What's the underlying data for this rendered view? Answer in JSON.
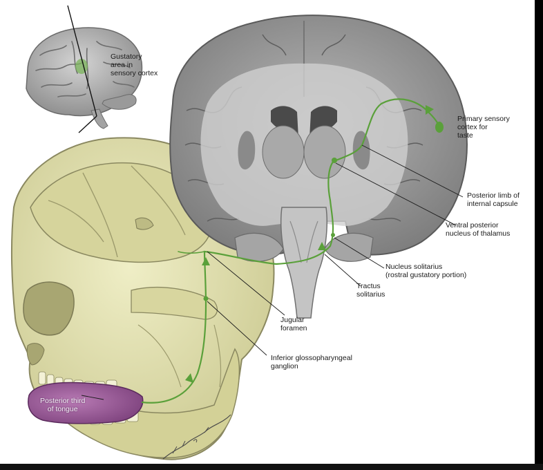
{
  "labels": {
    "gustatory_area": "Gustatory\narea in\nsensory cortex",
    "primary_sensory_cortex": "Primary sensory\ncortex for\ntaste",
    "posterior_limb": "Posterior limb of\ninternal capsule",
    "ventral_posterior": "Ventral posterior\nnucleus of thalamus",
    "nucleus_solitarius": "Nucleus solitarius\n(rostral gustatory portion)",
    "tractus_solitarius": "Tractus\nsolitarius",
    "jugular_foramen": "Jugular\nforamen",
    "inferior_ganglion": "Inferior glossopharyngeal\nganglion",
    "posterior_tongue": "Posterior third\nof tongue"
  },
  "colors": {
    "pathway": "#5aa03a",
    "bone": "#e3e1ae",
    "brain": "#9a9a9a",
    "tongue": "#9a5a9a"
  }
}
